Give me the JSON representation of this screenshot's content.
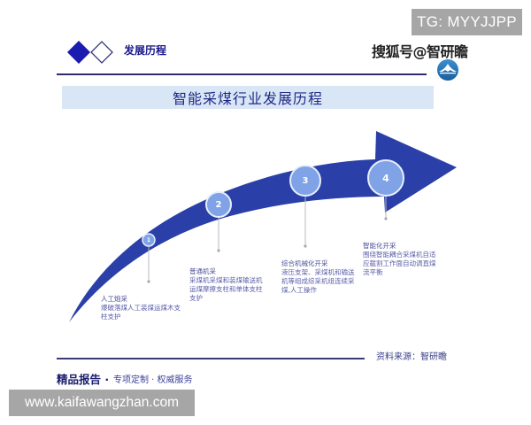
{
  "watermarks": {
    "top_right": "TG: MYYJJPP",
    "bottom_left": "www.kaifawangzhan.com",
    "brand": "搜狐号@智研瞻"
  },
  "header": {
    "section_title": "发展历程",
    "icon": "double-diamond-icon",
    "logo": "zhiyanzhan-logo-icon"
  },
  "banner": {
    "title": "智能采煤行业发展历程"
  },
  "diagram": {
    "arrow_color": "#2a3fa8",
    "circle_fill": "#7fa3e6",
    "circle_stroke": "#e8eefb",
    "stages": [
      {
        "number": "1",
        "name": "人工炮采",
        "lines": [
          "爆破落煤人工装煤运煤木支",
          "柱支护"
        ]
      },
      {
        "number": "2",
        "name": "普通机采",
        "lines": [
          "采煤机采煤和装煤输送机",
          "运煤摩擦支柱和单体支柱",
          "支护"
        ]
      },
      {
        "number": "3",
        "name": "综合机械化开采",
        "lines": [
          "液压支架、采煤机和输送",
          "机等组成综采机组连续采",
          "煤,人工操作"
        ]
      },
      {
        "number": "4",
        "name": "智能化开采",
        "lines": [
          "围绕智能耦合采煤机自适",
          "应截割工作面自动调直煤",
          "流平衡"
        ]
      }
    ]
  },
  "footer": {
    "source": "资料来源：智研瞻",
    "tagline_bold": "精品报告 ·",
    "tagline_rest": "专项定制 · 权威服务"
  }
}
